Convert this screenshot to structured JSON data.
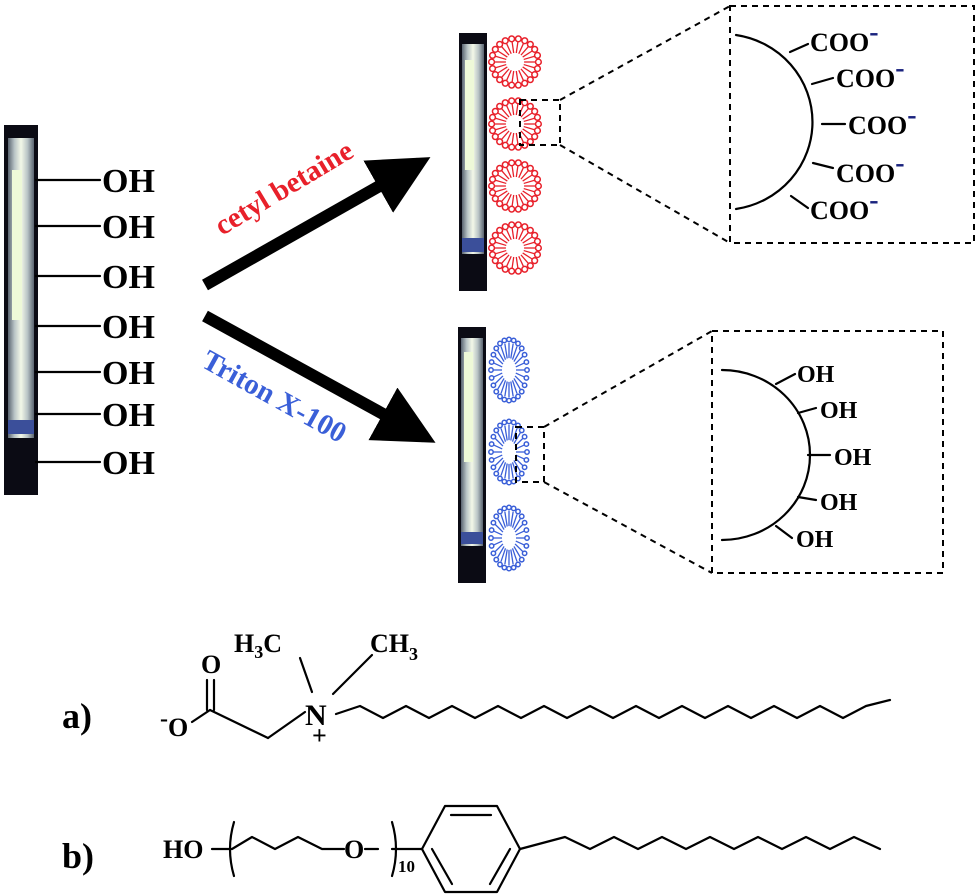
{
  "surface_labels": [
    "OH",
    "OH",
    "OH",
    "OH",
    "OH",
    "OH",
    "OH"
  ],
  "arrow_labels": {
    "upper": "cetyl betaine",
    "lower": "Triton X-100"
  },
  "colors": {
    "betaine": "#e8202a",
    "triton": "#3a5fd8",
    "charge": "#1a237e"
  },
  "zoom_top_groups": [
    "COO",
    "COO",
    "COO",
    "COO",
    "COO"
  ],
  "zoom_top_charge": "-",
  "zoom_bottom_groups": [
    "OH",
    "OH",
    "OH",
    "OH",
    "OH"
  ],
  "structure_a": {
    "label": "a)",
    "carbonyl_o": "O",
    "anion_o": "O",
    "anion_sign": "-",
    "methyl_left_h": "H",
    "methyl_left_sub": "3",
    "methyl_left_c": "C",
    "methyl_right": "CH",
    "methyl_right_sub": "3",
    "nitrogen": "N",
    "plus": "+"
  },
  "structure_b": {
    "label": "b)",
    "hydroxyl": "HO",
    "ether_o": "O",
    "repeat_count": "10"
  }
}
